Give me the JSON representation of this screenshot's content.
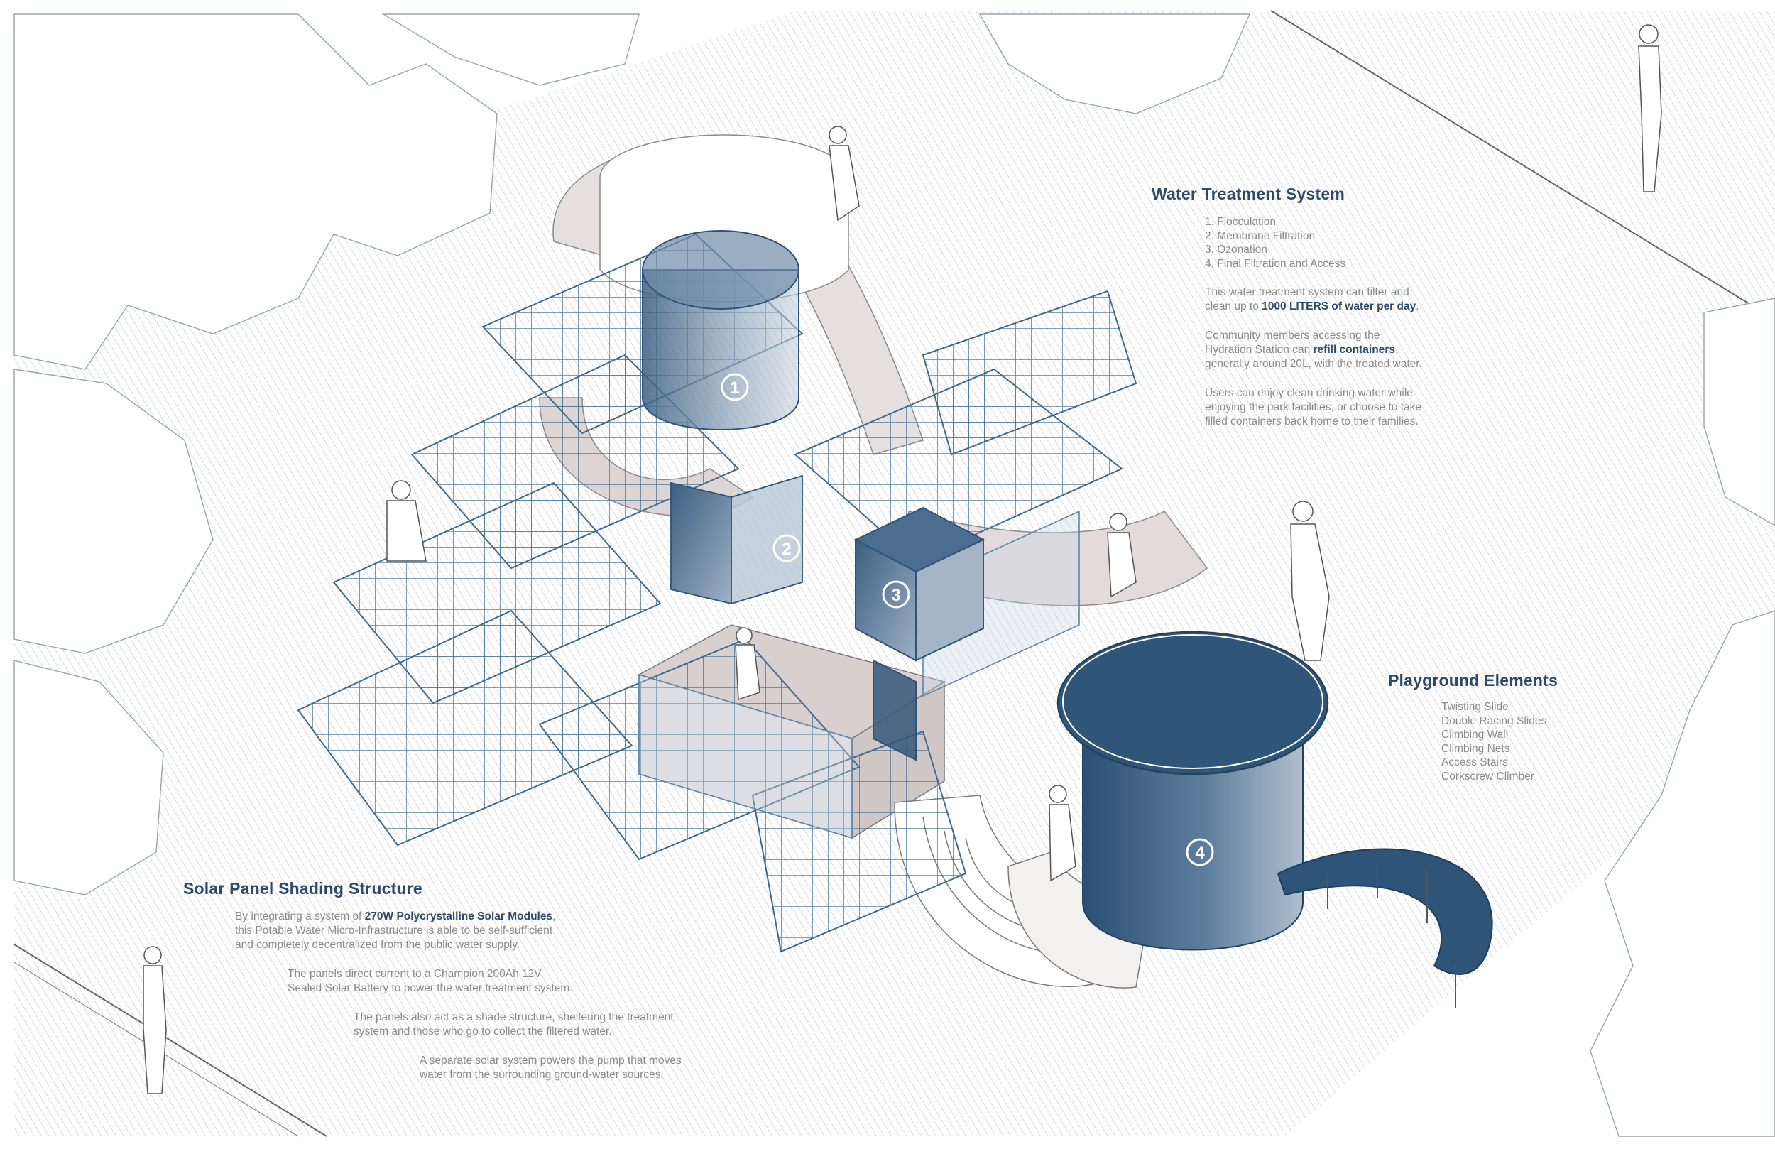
{
  "water_treatment": {
    "title": "Water Treatment System",
    "steps": [
      "1. Flocculation",
      "2. Membrane Filtration",
      "3. Ozonation",
      "4. Final Filtration and Access"
    ],
    "p1_pre": "This water treatment system can filter and\nclean up to ",
    "p1_bold": "1000 LITERS of water per day",
    "p1_post": ".",
    "p2_pre": "Community members accessing the\nHydration Station can ",
    "p2_bold": "refill containers",
    "p2_post": ",\ngenerally around 20L, with the treated water.",
    "p3": "Users can enjoy clean drinking water while\nenjoying the park facilities, or choose to take\nfilled containers back home to their families."
  },
  "playground": {
    "title": "Playground Elements",
    "items": [
      "Twisting Slide",
      "Double Racing Slides",
      "Climbing Wall",
      "Climbing Nets",
      "Access Stairs",
      "Corkscrew Climber"
    ]
  },
  "solar": {
    "title": "Solar Panel Shading Structure",
    "p1_pre": "By integrating a system of ",
    "p1_bold": "270W Polycrystalline Solar Modules",
    "p1_post": ",\nthis Potable Water Micro-Infrastructure is able to be self-sufficient\nand completely decentralized from the public water supply.",
    "p2": "The panels direct current to a Champion 200Ah 12V\nSealed Solar Battery to power the water treatment system.",
    "p3": "The panels also act as a shade structure, sheltering the treatment\nsystem and those who go to collect the filtered water.",
    "p4": "A separate solar system powers the pump that moves\nwater from the surrounding ground-water sources."
  },
  "badges": [
    "1",
    "2",
    "3",
    "4"
  ],
  "colors": {
    "heading": "#2c4a6b",
    "tank_dark": "#2e5478",
    "tank_light": "#b9c8d8",
    "grid": "#3f6a8c",
    "structure": "#dcd3d3",
    "hatch": "#c9cdd2",
    "body_text": "#8a8a8a"
  }
}
